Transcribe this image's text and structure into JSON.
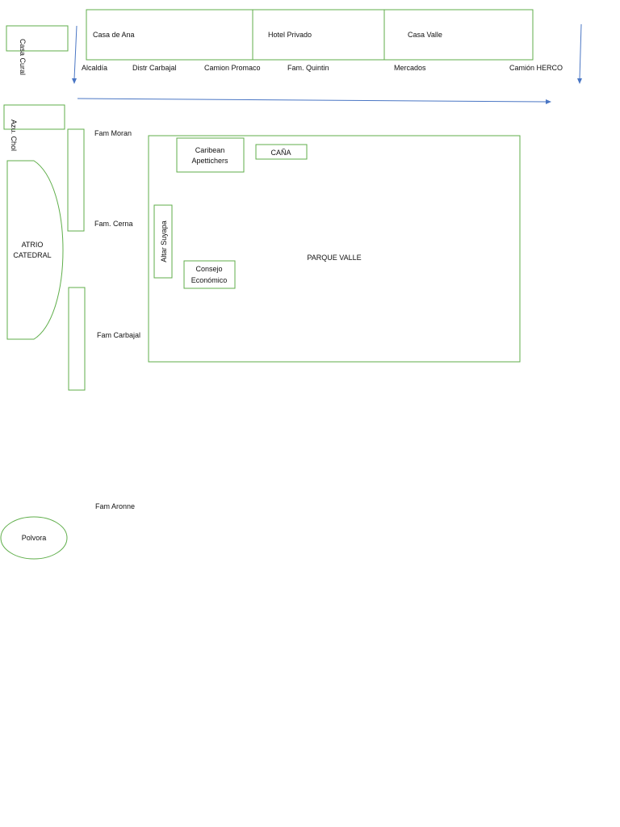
{
  "colors": {
    "outline": "#5fae4a",
    "arrow": "#4a76c4",
    "text": "#111111"
  },
  "top_buildings": [
    "Casa de Ana",
    "Hotel Privado",
    "Casa Valle"
  ],
  "street_labels": [
    "Alcaldía",
    "Distr Carbajal",
    "Camion Promaco",
    "Fam. Quintin",
    "Mercados",
    "Camión HERCO"
  ],
  "left_labels": {
    "casa_cural": "Casa Cural",
    "azu_chol": "Azu. Chol"
  },
  "family_labels": {
    "moran": "Fam Moran",
    "cerna": "Fam. Cerna",
    "carbajal": "Fam Carbajal",
    "aronne": "Fam Aronne"
  },
  "atrio": {
    "line1": "ATRIO",
    "line2": "CATEDRAL"
  },
  "park": {
    "title": "PARQUE VALLE",
    "caribean_line1": "Caribean",
    "caribean_line2": "Apettichers",
    "cana": "CAÑA",
    "altar": "Altar Suyapa",
    "consejo_line1": "Consejo",
    "consejo_line2": "Económico"
  },
  "polvora": "Polvora"
}
